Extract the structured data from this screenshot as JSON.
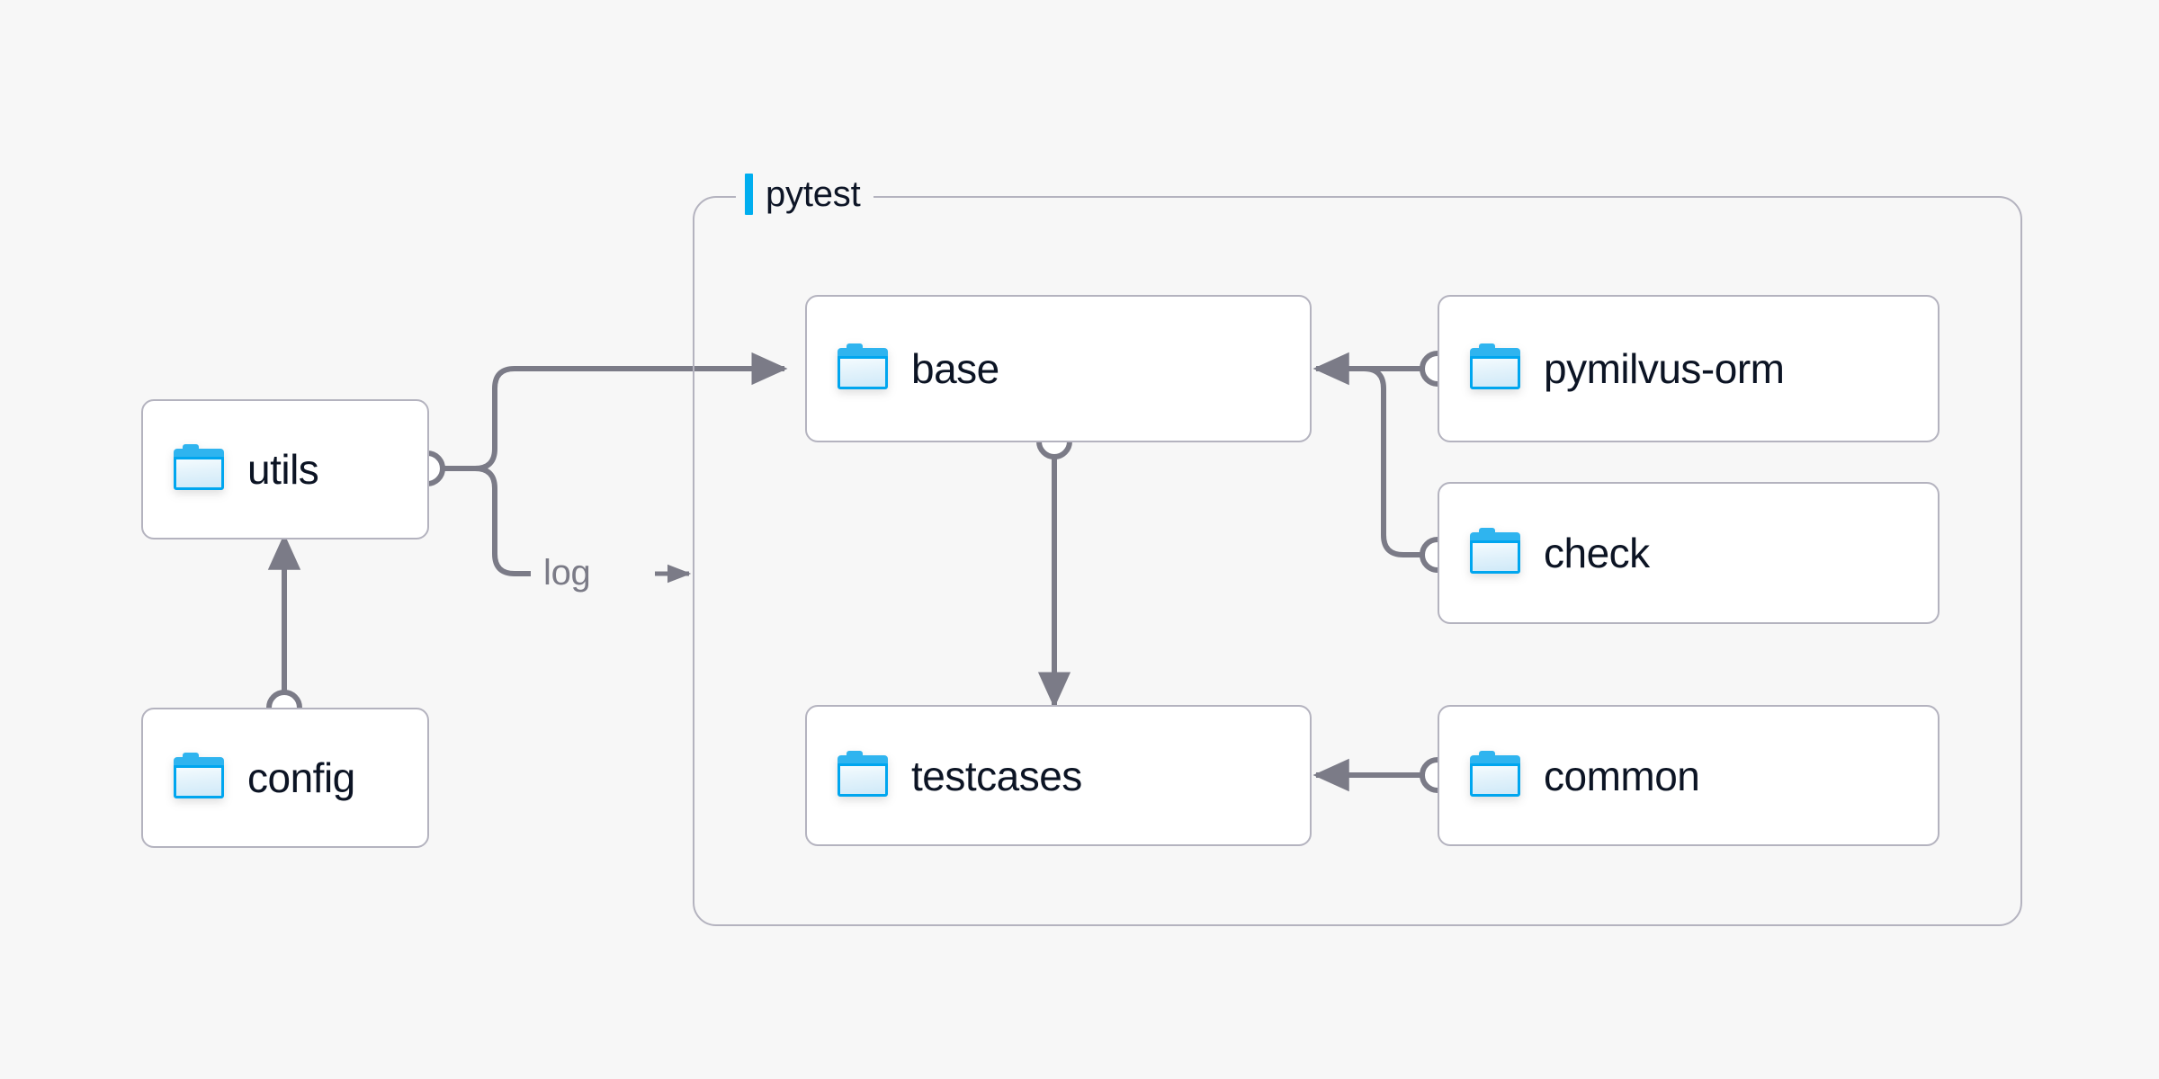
{
  "diagram": {
    "title": "",
    "background_color": "#f7f7f7",
    "edge_color": "#7b7b87",
    "box_border_color": "#b4b3bf",
    "accent_color": "#00aeef",
    "group": {
      "label": "pytest",
      "accent_color": "#00aeef"
    },
    "nodes": [
      {
        "id": "utils",
        "label": "utils",
        "icon": "folder-icon",
        "group": "outside"
      },
      {
        "id": "config",
        "label": "config",
        "icon": "folder-icon",
        "group": "outside"
      },
      {
        "id": "base",
        "label": "base",
        "icon": "folder-icon",
        "group": "pytest"
      },
      {
        "id": "testcases",
        "label": "testcases",
        "icon": "folder-icon",
        "group": "pytest"
      },
      {
        "id": "pymilvus-orm",
        "label": "pymilvus-orm",
        "icon": "folder-icon",
        "group": "pytest"
      },
      {
        "id": "check",
        "label": "check",
        "icon": "folder-icon",
        "group": "pytest"
      },
      {
        "id": "common",
        "label": "common",
        "icon": "folder-icon",
        "group": "pytest"
      }
    ],
    "edges": [
      {
        "from": "config",
        "to": "utils",
        "label": "",
        "arrow": true
      },
      {
        "from": "utils",
        "to": "base",
        "label": "",
        "arrow": true
      },
      {
        "from": "utils",
        "to": "pytest",
        "label": "log",
        "arrow": true
      },
      {
        "from": "base",
        "to": "testcases",
        "label": "",
        "arrow": true
      },
      {
        "from": "pymilvus-orm",
        "to": "base",
        "label": "",
        "arrow": true
      },
      {
        "from": "check",
        "to": "base",
        "label": "",
        "arrow": true
      },
      {
        "from": "common",
        "to": "testcases",
        "label": "",
        "arrow": true
      }
    ],
    "edge_labels": [
      {
        "id": "log",
        "text": "log"
      }
    ]
  }
}
